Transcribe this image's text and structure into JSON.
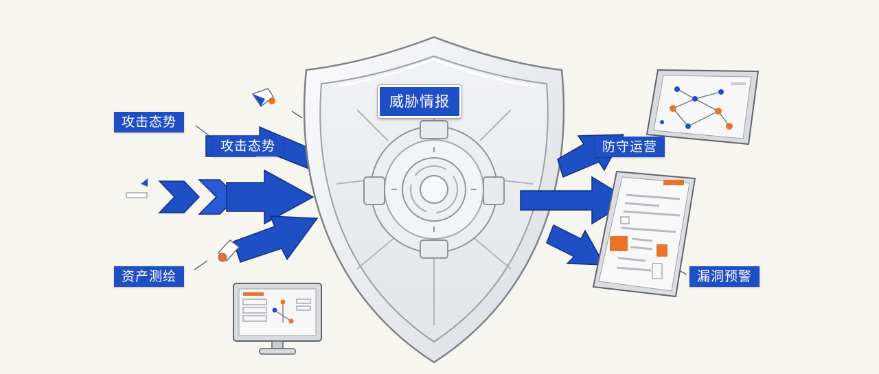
{
  "labels": {
    "center": "威胁情报",
    "left_top_outer": "攻击态势",
    "left_top_inner": "攻击态势",
    "left_bottom": "资产测绘",
    "right_top": "防守运营",
    "right_bottom": "漏洞预警"
  },
  "colors": {
    "arrow_blue": "#1f4fc4",
    "accent_orange": "#e8742c",
    "shield_light": "#eeeff2",
    "outline": "#8d9299"
  }
}
